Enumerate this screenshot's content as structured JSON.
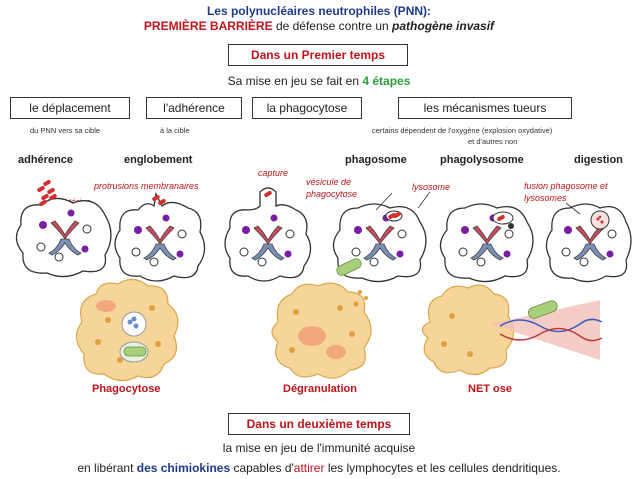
{
  "title": {
    "line1": "Les polynucléaires neutrophiles (PNN):",
    "line2_red": "PREMIÈRE BARRIÈRE",
    "line2_mid": " de défense contre un ",
    "line2_bold": "pathogène invasif"
  },
  "first_time": "Dans un Premier temps",
  "steps_intro": "Sa mise en jeu se fait en ",
  "steps_count": "4 étapes",
  "stages": [
    {
      "label": "le déplacement",
      "note": "du PNN vers sa cible"
    },
    {
      "label": "l'adhérence",
      "note": "à la cible"
    },
    {
      "label": "la phagocytose",
      "note": ""
    },
    {
      "label": "les mécanismes tueurs",
      "note": "certains dépendent de l'oxygène (explosion oxydative)",
      "note2": "et d'autres non"
    }
  ],
  "phase_labels": {
    "adherence": "adhérence",
    "englobement": "englobement",
    "phagosome": "phagosome",
    "phagolysosome": "phagolysosome",
    "digestion": "digestion"
  },
  "annotations": {
    "bacteries": "bactéries",
    "protrusions": "protrusions membranaires",
    "capture": "capture",
    "vesicule1": "vésicule de",
    "vesicule2": "phagocytose",
    "lysosome": "lysosome",
    "fusion1": "fusion phagosome et",
    "fusion2": "lysosomes"
  },
  "mechanisms": {
    "phagocytose": "Phagocytose",
    "degranulation": "Dégranulation",
    "netose": "NET ose"
  },
  "second_time": "Dans un deuxième temps",
  "bottom": {
    "line1": "la mise en jeu de l'immunité acquise",
    "pre": "en libérant ",
    "chimio": "des chimiokines",
    "mid": " capables d'",
    "attirer": "attirer",
    "post": " les lymphocytes et les cellules dendritiques."
  },
  "colors": {
    "red": "#c0141c",
    "blue": "#1f3a8a",
    "green": "#2e9e3e",
    "purple": "#7b1fa2"
  }
}
